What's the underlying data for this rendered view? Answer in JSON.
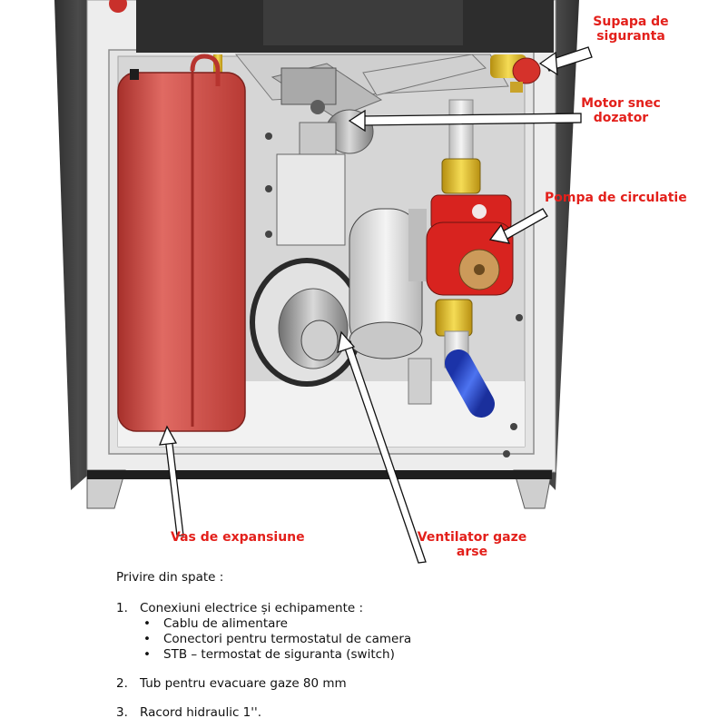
{
  "figure": {
    "callouts": {
      "supapa_line1": "Supapa de",
      "supapa_line2": "siguranta",
      "motor_line1": "Motor snec",
      "motor_line2": "dozator",
      "pompa": "Pompa de circulatie",
      "vas": "Vas de expansiune",
      "ventilator_line1": "Ventilator gaze",
      "ventilator_line2": "arse"
    },
    "colors": {
      "callout_text": "#e3201b",
      "vessel_red": "#d24a44",
      "pump_red": "#d8231f",
      "brass": "#e8c320",
      "blue_pipe": "#2b4fd9",
      "casing_dark": "#3d3d3d"
    }
  },
  "caption": {
    "intro": "Privire din spate :",
    "items": [
      {
        "num": "1.",
        "text": "Conexiuni electrice și echipamente :",
        "sub": [
          "Cablu de alimentare",
          "Conectori pentru termostatul de camera",
          "STB – termostat de siguranta (switch)"
        ]
      },
      {
        "num": "2.",
        "text": "Tub pentru evacuare gaze  80 mm"
      },
      {
        "num": "3.",
        "text": "Racord hidraulic 1''."
      }
    ],
    "bullet": "•"
  }
}
